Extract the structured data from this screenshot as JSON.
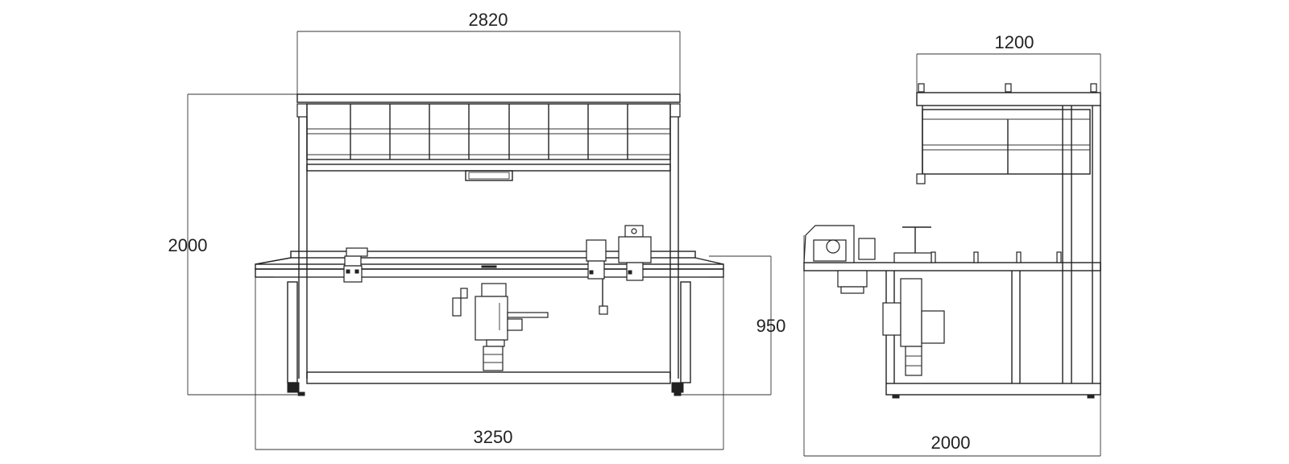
{
  "front_view": {
    "width_top": "2820",
    "height_total": "2000",
    "height_table": "950",
    "width_bottom": "3250"
  },
  "side_view": {
    "width_top": "1200",
    "width_bottom": "2000"
  }
}
